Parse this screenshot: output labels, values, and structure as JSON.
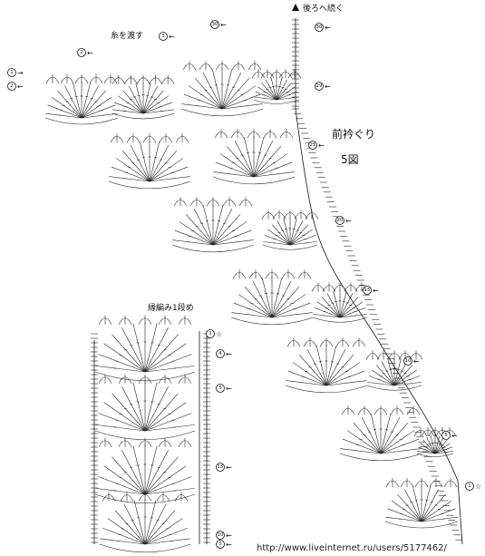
{
  "labels": {
    "continue_back": "後ろへ続く",
    "cut_yarn": "糸を渡す",
    "neckline_title": "前衿ぐり",
    "figure_no": "5図",
    "first_row_note": "縁編み1段め",
    "watermark": "http://www.liveinternet.ru/users/5177462/"
  },
  "row_markers": [
    {
      "id": "left-1",
      "num": "1",
      "arrow": "→"
    },
    {
      "id": "left-2",
      "num": "2",
      "arrow": "←"
    },
    {
      "id": "top-30",
      "num": "30",
      "arrow": "←"
    },
    {
      "id": "top-3",
      "num": "3",
      "arrow": "←"
    },
    {
      "id": "top-2",
      "num": "2",
      "arrow": "←"
    },
    {
      "id": "right-30",
      "num": "30",
      "arrow": "←"
    },
    {
      "id": "right-29",
      "num": "29",
      "arrow": "←"
    },
    {
      "id": "right-25",
      "num": "25",
      "arrow": "←"
    },
    {
      "id": "right-20",
      "num": "20",
      "arrow": "←"
    },
    {
      "id": "right-15",
      "num": "15",
      "arrow": "←"
    },
    {
      "id": "right-10",
      "num": "10",
      "arrow": "←"
    },
    {
      "id": "right-5",
      "num": "5",
      "arrow": "←"
    },
    {
      "id": "right-1",
      "num": "1",
      "arrow": "☆"
    },
    {
      "id": "lower-1",
      "num": "1",
      "arrow": "☆"
    },
    {
      "id": "lower-4",
      "num": "4",
      "arrow": "←"
    },
    {
      "id": "lower-5",
      "num": "5",
      "arrow": "←"
    },
    {
      "id": "lower-15",
      "num": "15",
      "arrow": "←"
    },
    {
      "id": "lower-10",
      "num": "10",
      "arrow": "←"
    },
    {
      "id": "lower-5b",
      "num": "5",
      "arrow": "←"
    }
  ],
  "colors": {
    "ink": "#111111",
    "paper": "#ffffff"
  }
}
